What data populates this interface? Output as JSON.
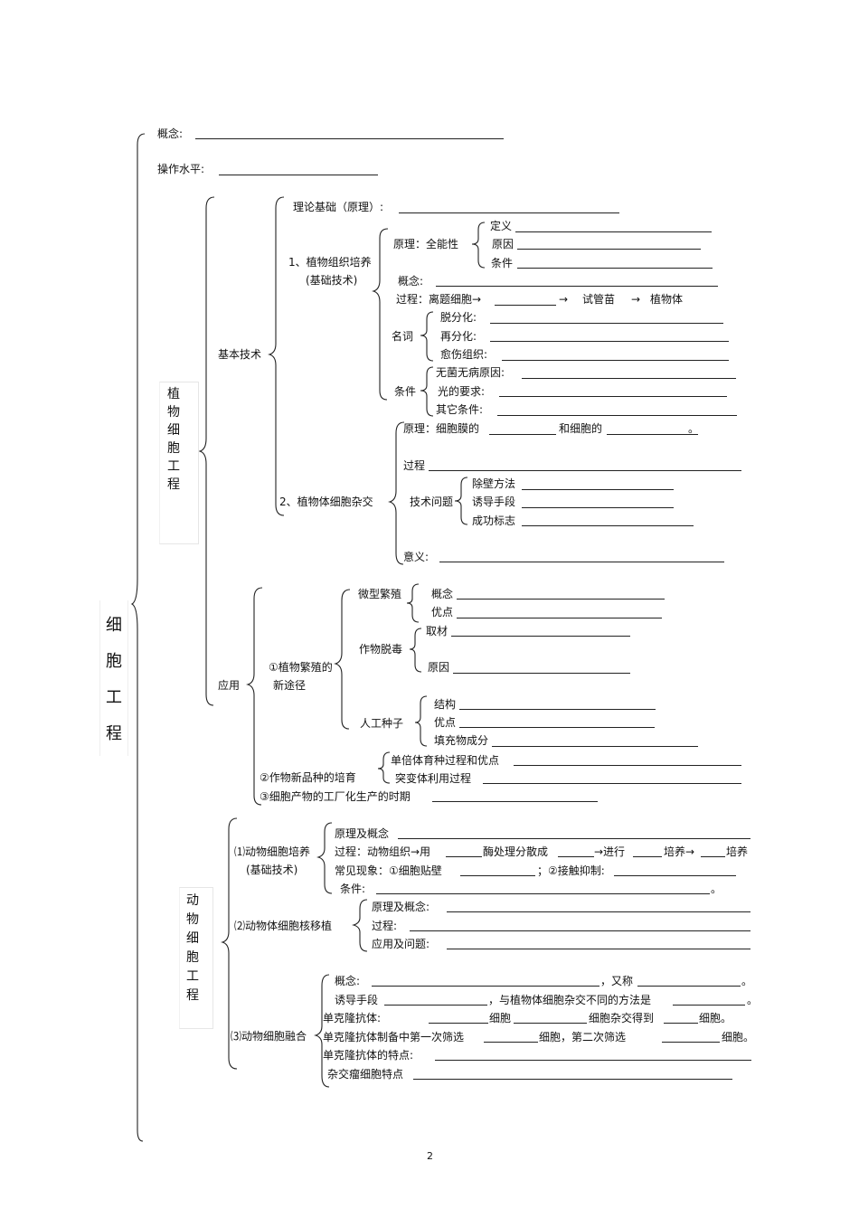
{
  "title": "细胞工程",
  "gainian": "概念:",
  "caozuo": "操作水平:",
  "plant": {
    "title": "植物细胞工程",
    "jiben": "基本技术",
    "lilun": "理论基础（原理）:",
    "zuzhi": "1、植物组织培养",
    "zuzhi_sub": "(基础技术)",
    "yuanli": "原理：全能性",
    "dingyi": "定义",
    "yuanyin": "原因",
    "tiaojian": "条件",
    "gainian": "概念:",
    "guocheng_a": "过程：离题细胞→",
    "guocheng_arrow1": "→",
    "guocheng_b": "试管苗",
    "guocheng_arrow2": "→",
    "guocheng_c": "植物体",
    "mingci": "名词",
    "tuofenhua": "脱分化:",
    "zaifenhua": "再分化:",
    "yushang": "愈伤组织:",
    "tiaojian2": "条件",
    "wujun": "无菌无病原因:",
    "guang": "光的要求:",
    "qita": "其它条件:",
    "zajiao": "2、植物体细胞杂交",
    "zj_yuanli_a": "原理：细胞膜的",
    "zj_yuanli_b": "和细胞的",
    "zj_yuanli_end": "。",
    "zj_guocheng": "过程",
    "jishu": "技术问题",
    "chubi": "除壁方法",
    "youdao": "诱导手段",
    "chenggong": "成功标志",
    "yiyi": "意义:",
    "yingyong": "应用",
    "fanzhi_a": "①植物繁殖的",
    "fanzhi_b": "新途径",
    "weixing": "微型繁殖",
    "wx_gainian": "概念",
    "wx_youdian": "优点",
    "tuodu": "作物脱毒",
    "qucai": "取材",
    "td_yuanyin": "原因",
    "rengong": "人工种子",
    "jiegou": "结构",
    "rg_youdian": "优点",
    "tianchong": "填充物成分",
    "xinpinzhong": "②作物新品种的培育",
    "danbei": "单倍体育种过程和优点",
    "tubian": "突变体利用过程",
    "gongchang": "③细胞产物的工厂化生产的时期"
  },
  "animal": {
    "title": "动物细胞工程",
    "peiyang": "⑴动物细胞培养",
    "peiyang_sub": "(基础技术)",
    "yuanli": "原理及概念",
    "guocheng_a": "过程：动物组织→用",
    "guocheng_mei": "酶",
    "guocheng_b": "处理分散成",
    "guocheng_c": "→进行",
    "guocheng_d": "培养→",
    "guocheng_e": "培养",
    "xianxiang_a": "常见现象：①细胞贴壁",
    "xianxiang_b": "；②接触抑制:",
    "tiaojian": "条件:",
    "tiaojian_end": "。",
    "heyizhi": "⑵动物体细胞核移植",
    "hy_yuanli": "原理及概念:",
    "hy_guocheng": "过程:",
    "hy_yingyong": "应用及问题:",
    "ronghe": "⑶动物细胞融合",
    "rh_gainian": "概念:",
    "rh_youming": "，又称",
    "rh_end1": "。",
    "rh_youdao": "诱导手段",
    "rh_butong": "，与植物体细胞杂交不同的方法是",
    "rh_end2": "。",
    "dankelong": "单克隆抗体:",
    "dkl_xibao": "细胞",
    "dkl_zajiao": "细胞杂交得到",
    "dkl_end": "细胞。",
    "shaixuan_a": "单克隆抗体制备中第一次筛选",
    "shaixuan_b": "细胞，第二次筛选",
    "shaixuan_c": "细胞。",
    "tedian": "单克隆抗体的特点:",
    "zajiaoliu": "杂交瘤细胞特点"
  },
  "page_number": "2"
}
